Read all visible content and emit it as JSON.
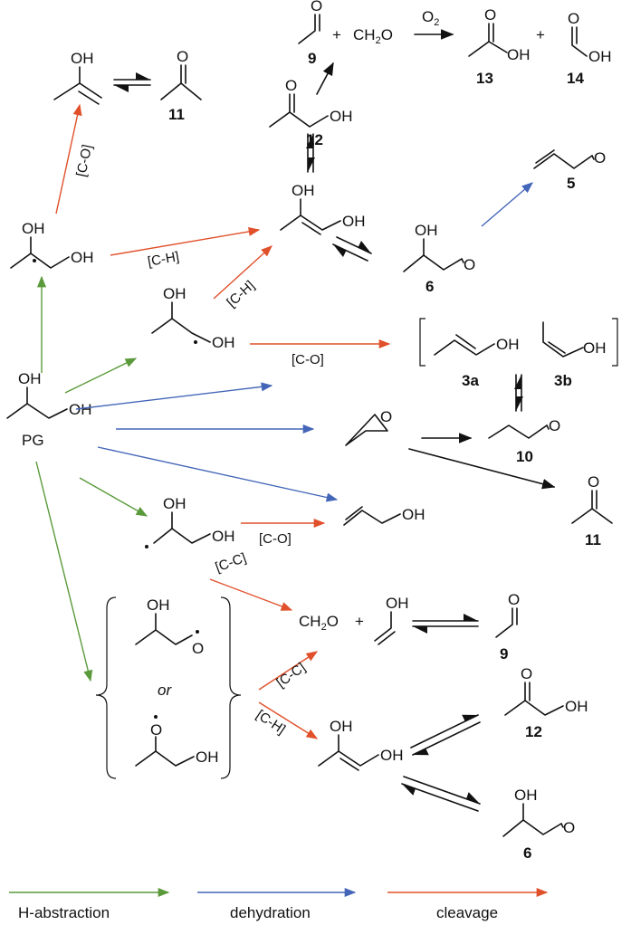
{
  "colors": {
    "h_abstraction": "#5a9a3a",
    "dehydration": "#4466b8",
    "cleavage": "#e0502a",
    "neutral": "#111111"
  },
  "atoms": {
    "oh": "OH",
    "o": "O",
    "plus": "+",
    "ch2": "CH",
    "two": "2",
    "ch2o_tail": "O",
    "o2_o": "O",
    "o2_sub": "2"
  },
  "compounds": {
    "pg": "PG",
    "c3a": "3a",
    "c3b": "3b",
    "c5": "5",
    "c6": "6",
    "c9": "9",
    "c10": "10",
    "c11": "11",
    "c12": "12",
    "c13": "13",
    "c14": "14"
  },
  "labels": {
    "co": "[C-O]",
    "ch": "[C-H]",
    "cc": "[C-C]",
    "or": "or"
  },
  "legend": {
    "h_abstraction": "H-abstraction",
    "dehydration": "dehydration",
    "cleavage": "cleavage"
  }
}
